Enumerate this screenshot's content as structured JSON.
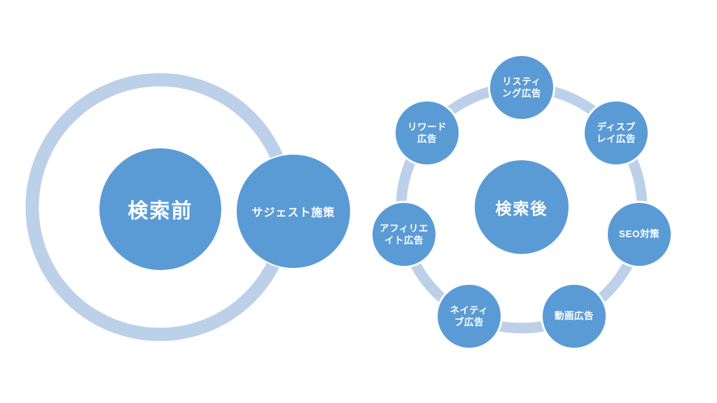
{
  "colors": {
    "background": "#ffffff",
    "node_fill": "#5b9bd5",
    "ring_stroke": "#bdd0ea",
    "label_text": "#ffffff"
  },
  "left_diagram": {
    "center_label": "検索前",
    "satellites": [
      {
        "label": "サジェスト施策"
      }
    ]
  },
  "right_diagram": {
    "center_label": "検索後",
    "satellites": [
      {
        "label": "リスティ\nング広告"
      },
      {
        "label": "ディスプ\nレイ広告"
      },
      {
        "label": "SEO対策"
      },
      {
        "label": "動画広告"
      },
      {
        "label": "ネイティ\nブ広告"
      },
      {
        "label": "アフィリエ\nイト広告"
      },
      {
        "label": "リワード\n広告"
      }
    ]
  }
}
